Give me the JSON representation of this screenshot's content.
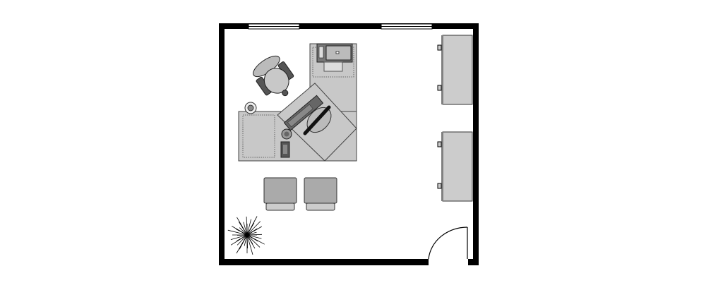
{
  "diagram": {
    "type": "office floor plan",
    "colors": {
      "wall": "#000000",
      "furniture": "#c8c8c8",
      "furniture_dark": "#808080",
      "outline": "#333333",
      "floor": "#ffffff"
    },
    "elements": [
      "walls",
      "windows",
      "door",
      "file-cabinets",
      "corner-desk",
      "office-chair",
      "side-table",
      "monitor",
      "printer",
      "lounge-chairs",
      "plant"
    ]
  }
}
